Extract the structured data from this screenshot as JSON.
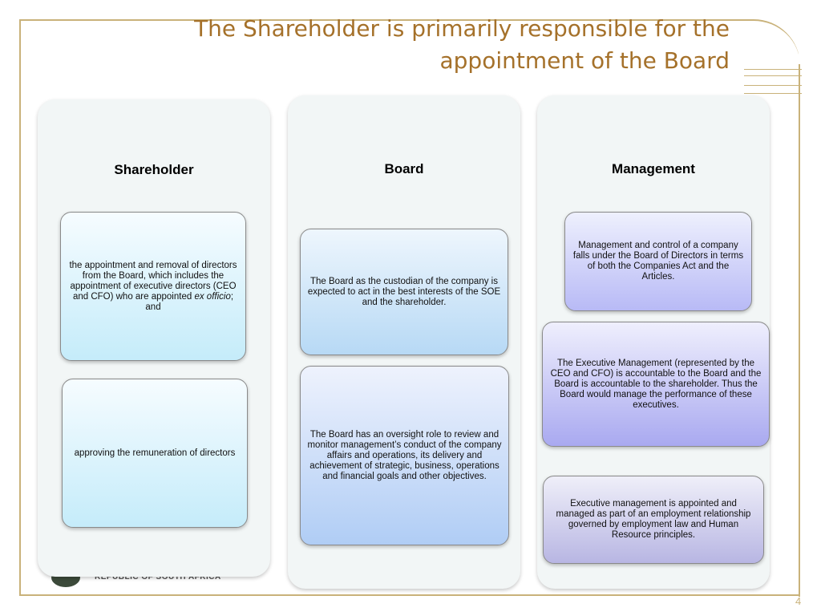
{
  "title": "The Shareholder is primarily responsible for the appointment of the Board",
  "page_number": "4",
  "footer_logo_text": "REPUBLIC OF SOUTH AFRICA",
  "columns": {
    "shareholder": {
      "heading": "Shareholder",
      "box1": {
        "pre": "the appointment and removal of directors from the Board, which includes the appointment of executive directors (CEO and CFO) who are appointed ",
        "italic": "ex officio",
        "post": "; and"
      },
      "box2": "approving the remuneration of directors"
    },
    "board": {
      "heading": "Board",
      "box1": "The Board as the custodian of the company is expected to act in the best interests of the SOE and the shareholder.",
      "box2": "The Board has an oversight role to review and monitor management’s conduct of the company affairs and operations, its delivery and achievement of strategic, business, operations and financial goals and other objectives."
    },
    "management": {
      "heading": "Management",
      "box1": "Management and control of a company falls under the Board of Directors in terms of both the Companies Act and the Articles.",
      "box2": "The Executive Management (represented by the CEO and CFO) is accountable to the Board and the Board is accountable to the shareholder.  Thus the Board would manage the performance of these executives.",
      "box3": "Executive management is appointed and managed as part of an employment relationship governed by employment law and Human Resource principles."
    }
  }
}
